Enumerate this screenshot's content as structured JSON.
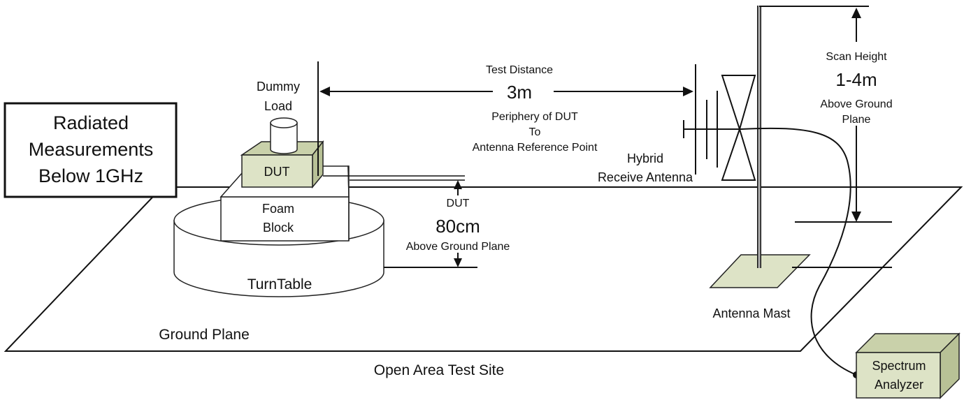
{
  "labels": {
    "radiated_line1": "Radiated",
    "radiated_line2": "Measurements",
    "radiated_line3": "Below 1GHz",
    "dummy_load_line1": "Dummy",
    "dummy_load_line2": "Load",
    "dut": "DUT",
    "foam_line1": "Foam",
    "foam_line2": "Block",
    "turntable": "TurnTable",
    "ground_plane": "Ground Plane",
    "open_area": "Open Area Test Site",
    "test_distance": "Test Distance",
    "distance_value": "3m",
    "periphery_line1": "Periphery of DUT",
    "periphery_line2": "To",
    "periphery_line3": "Antenna Reference Point",
    "antenna_line1": "Hybrid",
    "antenna_line2": "Receive Antenna",
    "scan_height": "Scan Height",
    "scan_value": "1-4m",
    "scan_above_line1": "Above Ground",
    "scan_above_line2": "Plane",
    "dut_height_label": "DUT",
    "dut_height_value": "80cm",
    "dut_height_above": "Above Ground Plane",
    "antenna_mast": "Antenna Mast",
    "spectrum_line1": "Spectrum",
    "spectrum_line2": "Analyzer"
  }
}
